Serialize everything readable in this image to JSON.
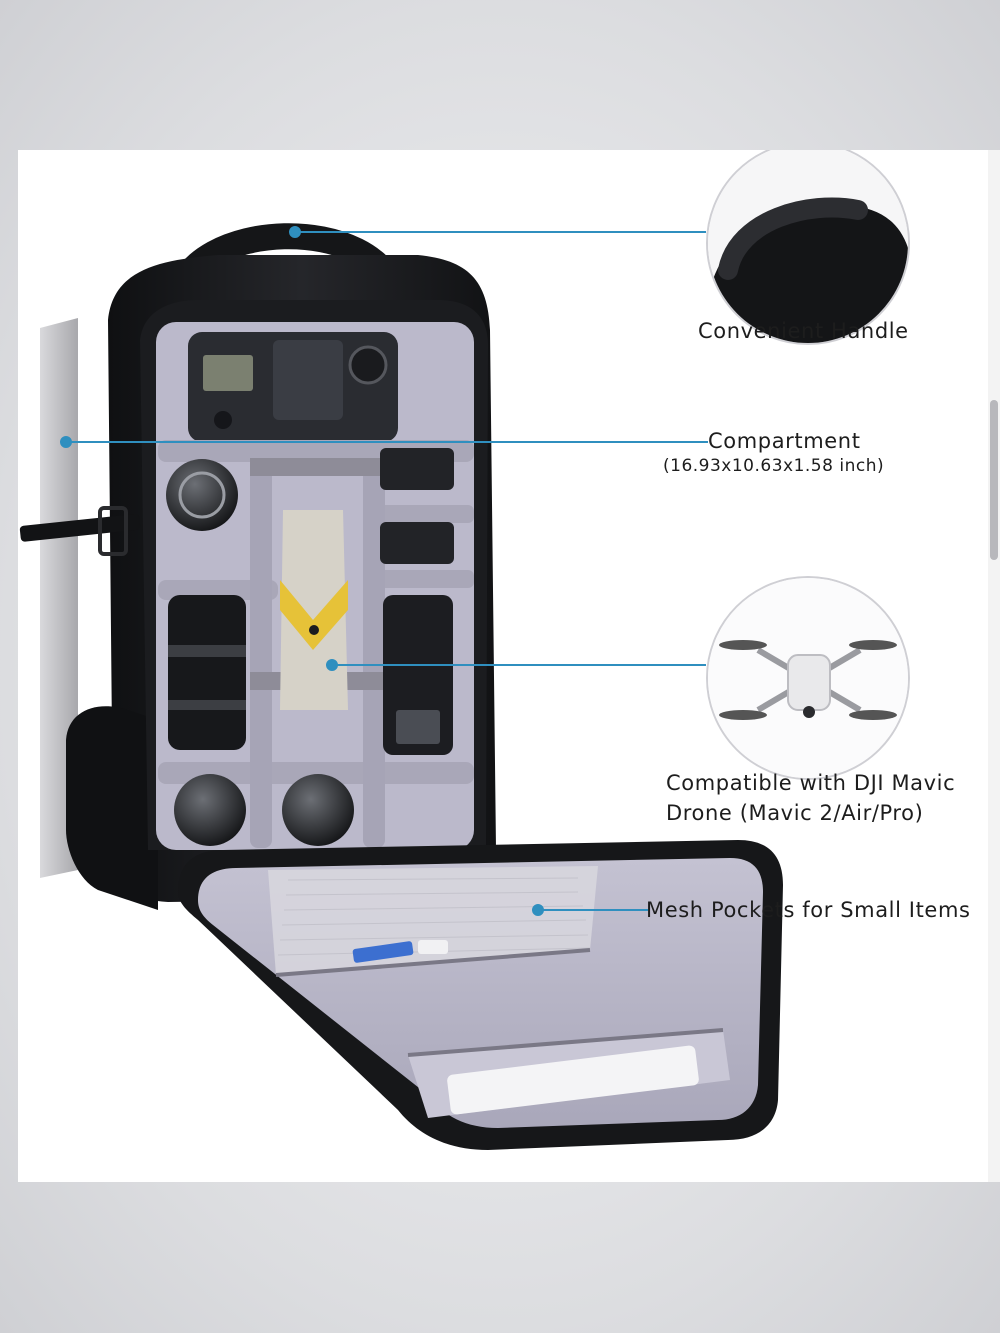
{
  "callouts": {
    "handle": "Convenient Handle",
    "compartment_title": "Compartment",
    "compartment_size": "(16.93x10.63x1.58 inch)",
    "drone_line1": "Compatible with DJI Mavic",
    "drone_line2": "Drone (Mavic 2/Air/Pro)",
    "mesh": "Mesh Pockets for Small Items"
  },
  "colors": {
    "leader_line": "#2f8fbf",
    "bag_shell": "#17181a",
    "lining": "#b9b7c8",
    "divider": "#a9a7b8"
  }
}
